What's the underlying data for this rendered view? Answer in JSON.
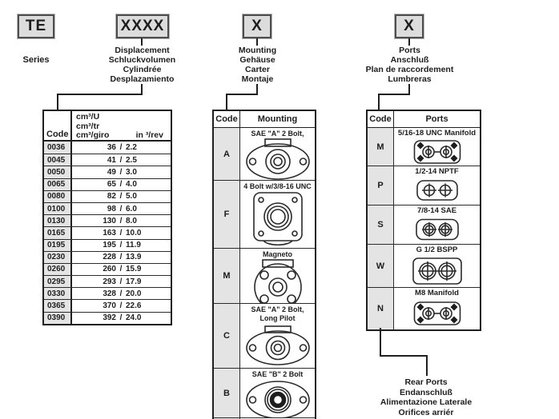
{
  "diagram": {
    "series": {
      "code": "TE",
      "label": "Series"
    },
    "displacement": {
      "code": "XXXX",
      "labels": [
        "Displacement",
        "Schluckvolumen",
        "Cylindrée",
        "Desplazamiento"
      ]
    },
    "mounting": {
      "code": "X",
      "labels": [
        "Mounting",
        "Gehäuse",
        "Carter",
        "Montaje"
      ]
    },
    "ports": {
      "code": "X",
      "labels": [
        "Ports",
        "Anschluß",
        "Plan de raccordement",
        "Lumbreras"
      ]
    },
    "rear_ports_note": [
      "Rear Ports",
      "Endanschluß",
      "Alimentazione Laterale",
      "Orifices arriér"
    ]
  },
  "displacement_table": {
    "code_header": "Code",
    "unit_lines": [
      "cm³/U",
      "cm³/tr",
      "cm³/giro"
    ],
    "imperial_header": "in ³/rev",
    "rows": [
      {
        "code": "0036",
        "metric": "36",
        "imperial": "2.2"
      },
      {
        "code": "0045",
        "metric": "41",
        "imperial": "2.5"
      },
      {
        "code": "0050",
        "metric": "49",
        "imperial": "3.0"
      },
      {
        "code": "0065",
        "metric": "65",
        "imperial": "4.0"
      },
      {
        "code": "0080",
        "metric": "82",
        "imperial": "5.0"
      },
      {
        "code": "0100",
        "metric": "98",
        "imperial": "6.0"
      },
      {
        "code": "0130",
        "metric": "130",
        "imperial": "8.0"
      },
      {
        "code": "0165",
        "metric": "163",
        "imperial": "10.0"
      },
      {
        "code": "0195",
        "metric": "195",
        "imperial": "11.9"
      },
      {
        "code": "0230",
        "metric": "228",
        "imperial": "13.9"
      },
      {
        "code": "0260",
        "metric": "260",
        "imperial": "15.9"
      },
      {
        "code": "0295",
        "metric": "293",
        "imperial": "17.9"
      },
      {
        "code": "0330",
        "metric": "328",
        "imperial": "20.0"
      },
      {
        "code": "0365",
        "metric": "370",
        "imperial": "22.6"
      },
      {
        "code": "0390",
        "metric": "392",
        "imperial": "24.0"
      }
    ]
  },
  "mounting_table": {
    "headers": [
      "Code",
      "Mounting"
    ],
    "rows": [
      {
        "code": "A",
        "caption_lines": [
          "SAE \"A\" 2 Bolt,"
        ],
        "icon": "flange-sae-a-2bolt-icon"
      },
      {
        "code": "F",
        "caption_lines": [
          "4 Bolt w/3/8-16 UNC"
        ],
        "icon": "flange-4bolt-square-icon"
      },
      {
        "code": "M",
        "caption_lines": [
          "Magneto"
        ],
        "icon": "flange-magneto-icon"
      },
      {
        "code": "C",
        "caption_lines": [
          "SAE \"A\" 2 Bolt,",
          "Long Pilot"
        ],
        "icon": "flange-sae-a-long-pilot-icon"
      },
      {
        "code": "B",
        "caption_lines": [
          "SAE \"B\" 2 Bolt"
        ],
        "icon": "flange-sae-b-2bolt-icon"
      }
    ]
  },
  "ports_table": {
    "headers": [
      "Code",
      "Ports"
    ],
    "rows": [
      {
        "code": "M",
        "caption": "5/16-18 UNC Manifold",
        "icon": "manifold-ports-icon"
      },
      {
        "code": "P",
        "caption": "1/2-14 NPTF",
        "icon": "nptf-ports-icon"
      },
      {
        "code": "S",
        "caption": "7/8-14 SAE",
        "icon": "sae-ports-icon"
      },
      {
        "code": "W",
        "caption": "G 1/2 BSPP",
        "icon": "bspp-ports-icon"
      },
      {
        "code": "N",
        "caption": "M8 Manifold",
        "icon": "manifold-ports-icon"
      }
    ]
  },
  "colors": {
    "box_fill": "#dcdcdc",
    "code_cell_fill": "#e4e4e4",
    "line": "#1f1f1f",
    "background": "#ffffff"
  }
}
